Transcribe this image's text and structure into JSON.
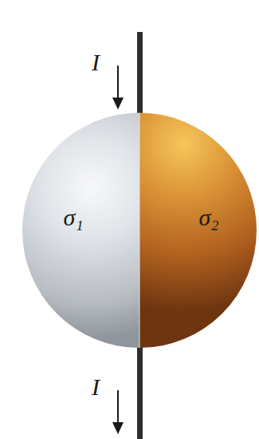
{
  "diagram": {
    "labels": [
      "I",
      "σ₁",
      "σ₂",
      "I"
    ]
  }
}
